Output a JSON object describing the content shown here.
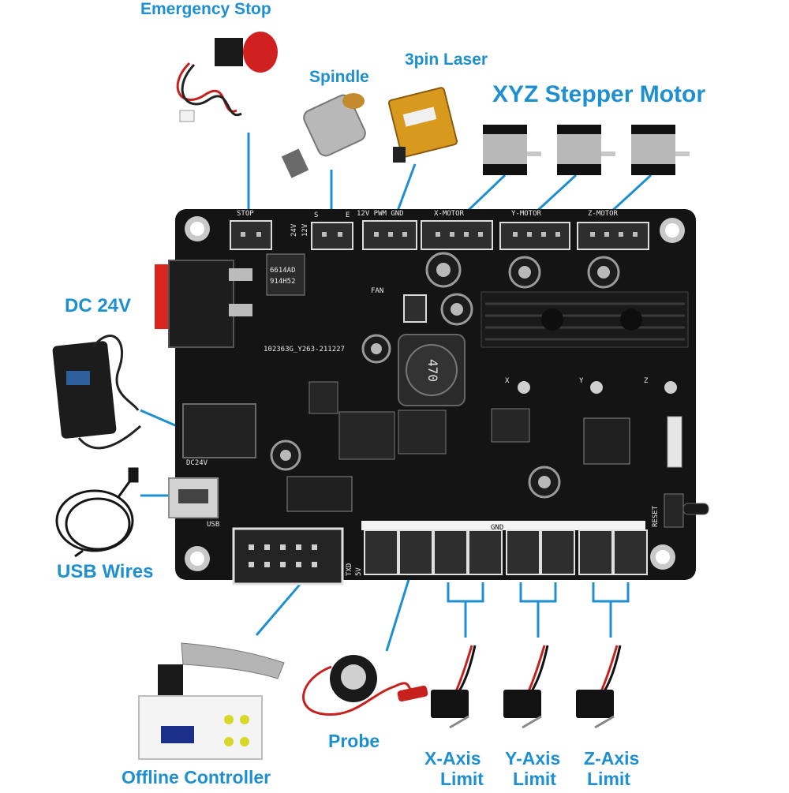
{
  "labels": {
    "emergency_stop": "Emergency Stop",
    "spindle": "Spindle",
    "laser": "3pin Laser",
    "stepper": "XYZ Stepper Motor",
    "dc": "DC 24V",
    "usb_wires": "USB Wires",
    "offline_controller": "Offline Controller",
    "probe": "Probe",
    "x_limit_a": "X-Axis",
    "x_limit_b": "Limit",
    "y_limit_a": "Y-Axis",
    "y_limit_b": "Limit",
    "z_limit_a": "Z-Axis",
    "z_limit_b": "Limit"
  },
  "board_silk": {
    "stop": "STOP",
    "spindle": "S",
    "spindle_e": "E",
    "v24": "24V",
    "v12": "12V",
    "laser_header": "12V PWM GND",
    "x_motor": "X-MOTOR",
    "y_motor": "Y-MOTOR",
    "z_motor": "Z-MOTOR",
    "fan": "FAN",
    "serial": "102363G_Y263-211227",
    "inductor": "470",
    "chip_a": "6614AD",
    "chip_b": "914H52",
    "dc24v": "DC24V",
    "usb": "USB",
    "gnd": "GND",
    "reset": "RESET",
    "x": "X",
    "y": "Y",
    "z": "Z",
    "txd": "TXD",
    "v5": "5V"
  },
  "colors": {
    "accent": "#1e8fd0",
    "board": "#141414",
    "wire_red": "#c8201c",
    "motor_gold": "#d89a1e"
  }
}
